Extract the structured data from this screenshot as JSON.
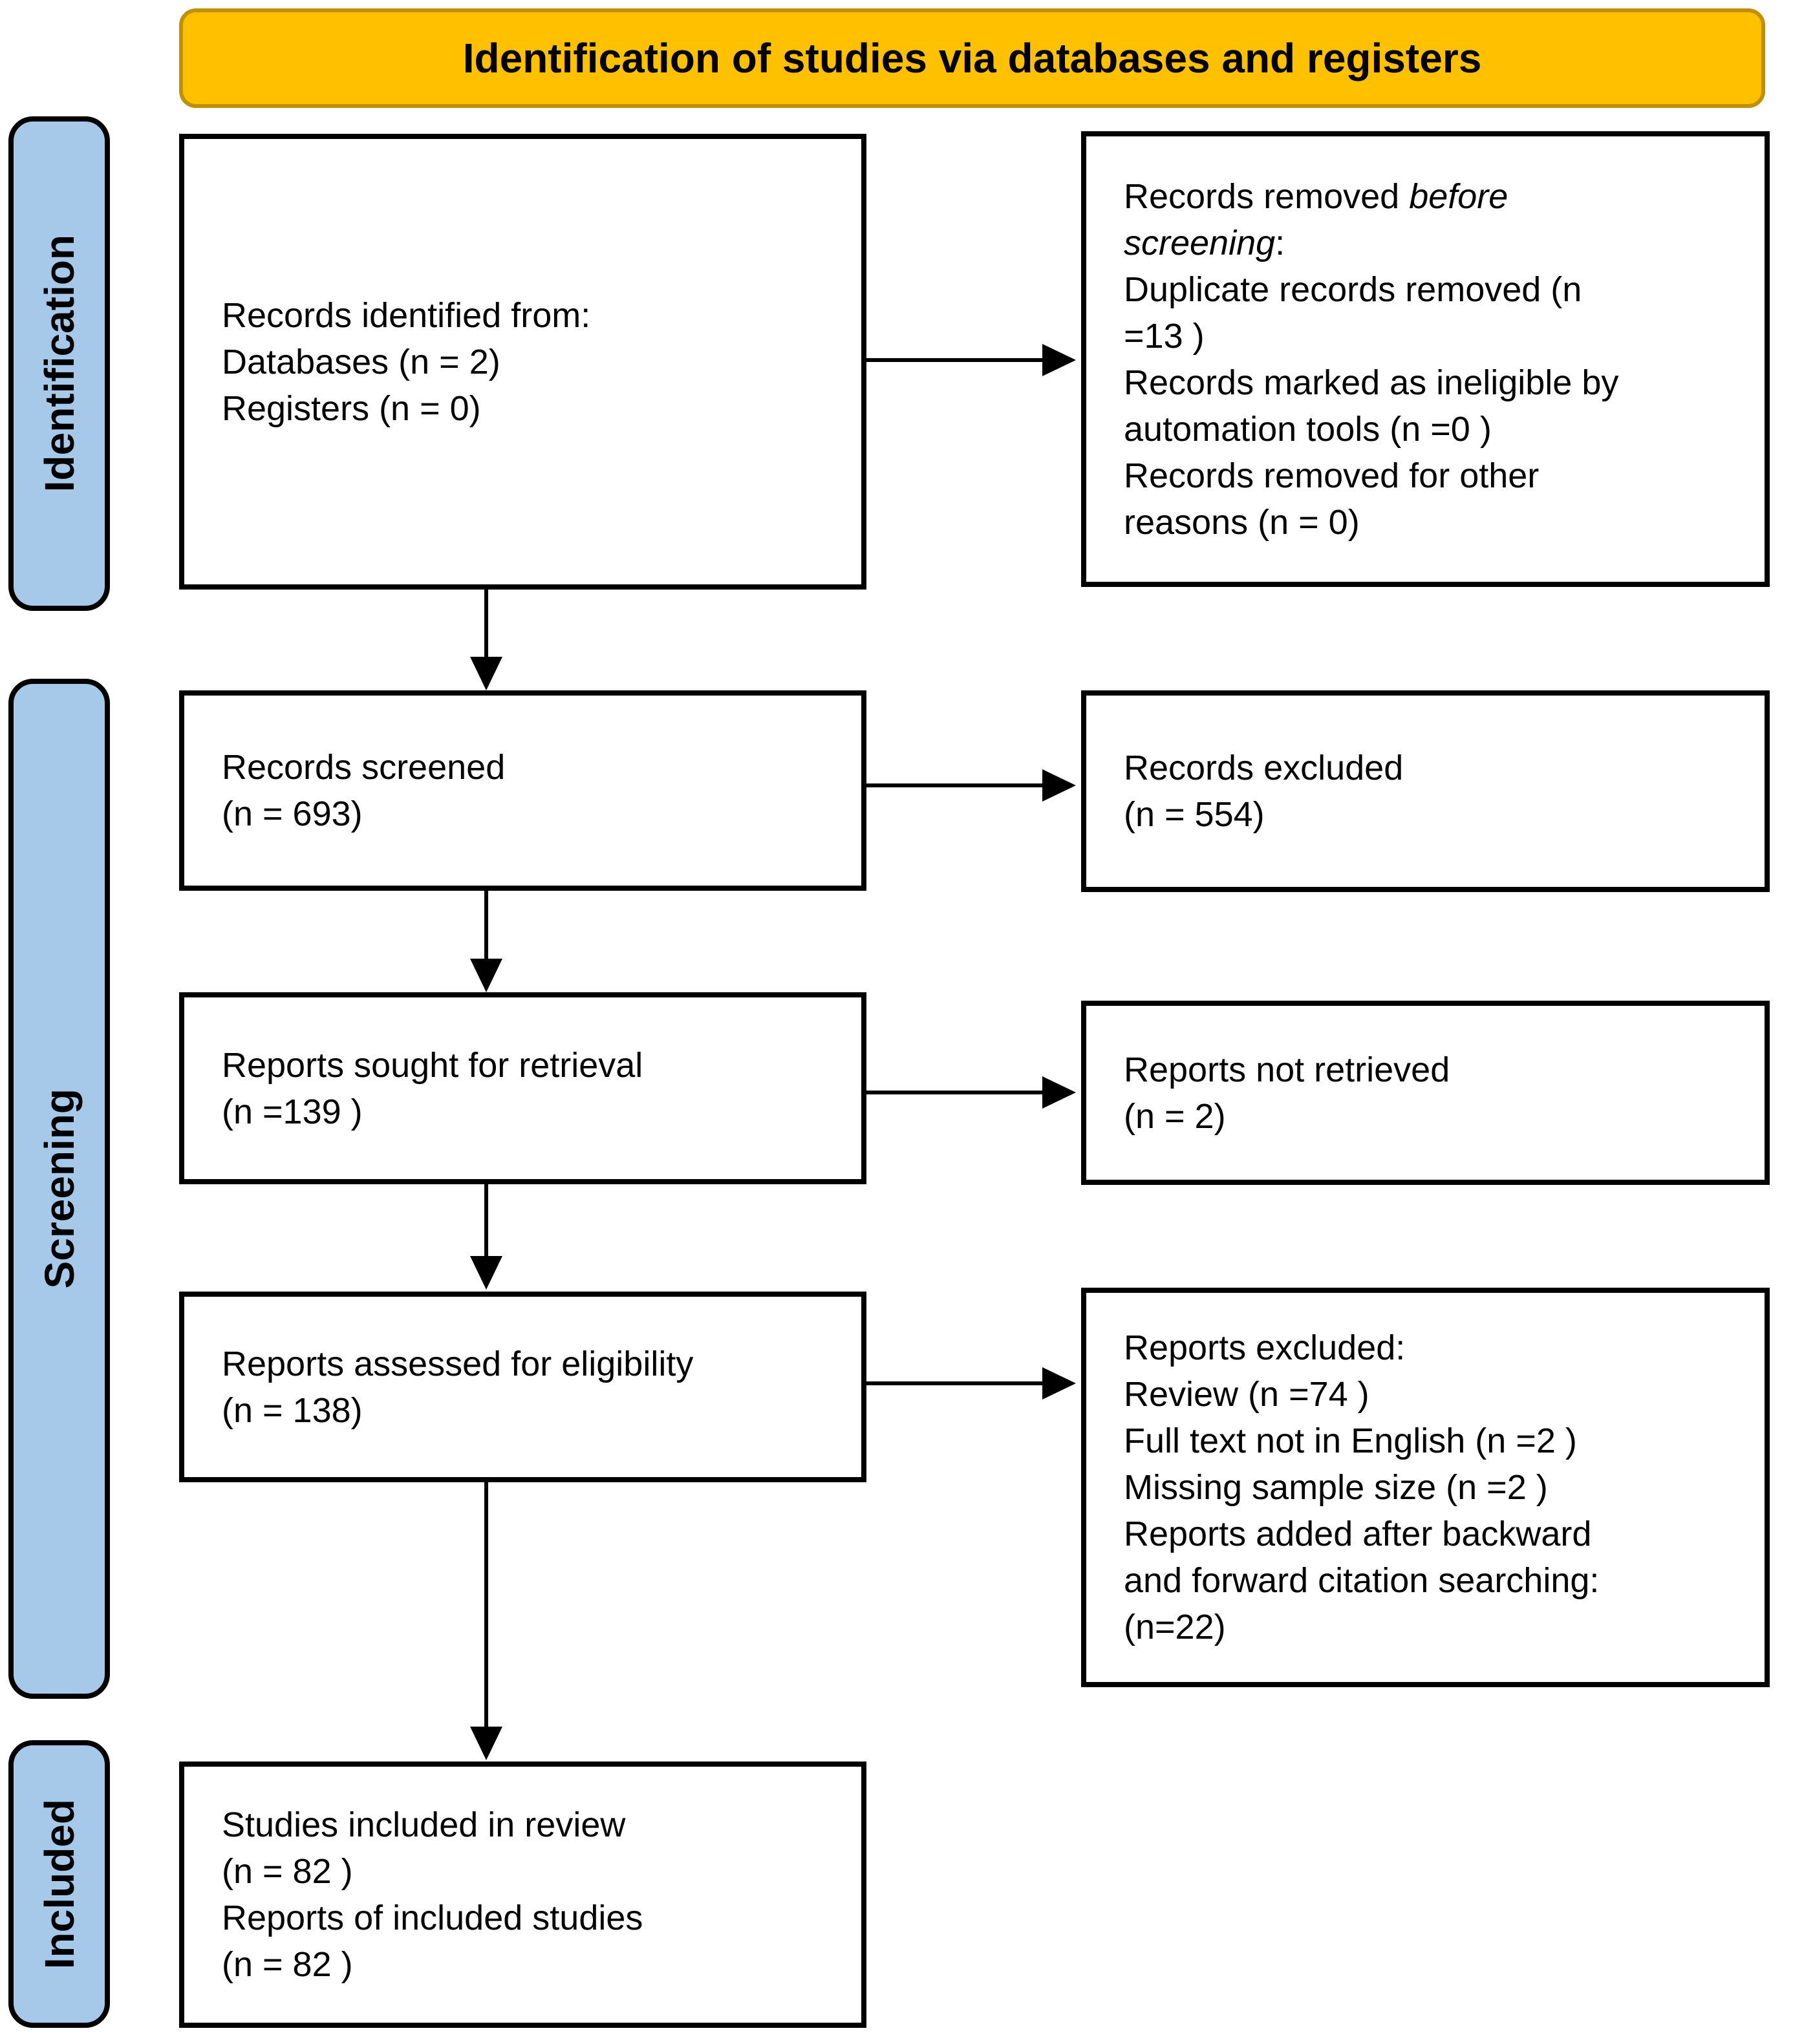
{
  "colors": {
    "banner_fill": "#FFC000",
    "banner_border": "#BF9000",
    "stage_fill": "#A7C9E9",
    "stage_border": "#000000",
    "box_border": "#000000",
    "arrow": "#000000"
  },
  "banner": {
    "title": "Identification of studies via databases and registers"
  },
  "stages": {
    "identification": "Identification",
    "screening": "Screening",
    "included": "Included"
  },
  "boxes": {
    "records_identified": {
      "line1": "Records identified from:",
      "line2": "Databases (n = 2)",
      "line3": "Registers (n = 0)"
    },
    "records_removed": {
      "title_prefix": "Records removed ",
      "title_italic": "before screening",
      "title_suffix": ":",
      "item1": "Duplicate records removed (n =13 )",
      "item2": "Records marked as ineligible by automation tools (n =0 )",
      "item3": "Records removed for other reasons (n = 0)"
    },
    "records_screened": {
      "line1": "Records screened",
      "line2": "(n = 693)"
    },
    "records_excluded": {
      "line1": "Records excluded",
      "line2": "(n = 554)"
    },
    "reports_sought": {
      "line1": "Reports sought for retrieval",
      "line2": "(n =139 )"
    },
    "reports_not_retrieved": {
      "line1": "Reports not retrieved",
      "line2": "(n = 2)"
    },
    "reports_assessed": {
      "line1": "Reports assessed for eligibility",
      "line2": "(n = 138)"
    },
    "reports_excluded": {
      "title": "Reports excluded:",
      "item1": "Review (n =74 )",
      "item2": "Full text not in English (n =2 )",
      "item3": "Missing sample size (n =2 )",
      "item4": "Reports added after backward and forward citation searching: (n=22)"
    },
    "studies_included": {
      "line1": "Studies included in review",
      "line2": "(n = 82 )",
      "line3": "Reports of included studies",
      "line4": "(n = 82 )"
    }
  }
}
